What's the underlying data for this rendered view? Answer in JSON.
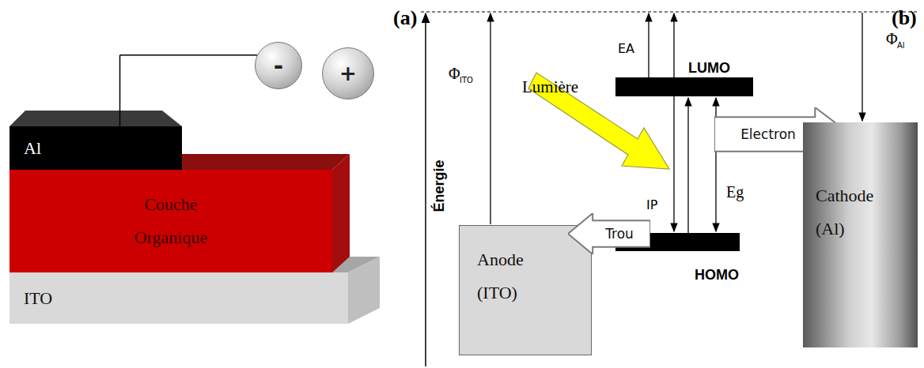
{
  "diagram": {
    "nodes": [
      {
        "text": [
          "-"
        ]
      },
      {
        "text": [
          "+"
        ]
      },
      {
        "text": [
          "Al"
        ]
      },
      {
        "text": [
          "Couche Organique"
        ]
      },
      {
        "text": [
          "ITO"
        ]
      },
      {
        "text": [
          "Anode (ITO)"
        ]
      },
      {
        "text": [
          "Trou"
        ]
      },
      {
        "text": [
          "Electron"
        ]
      },
      {
        "text": [
          "Cathode (Al)"
        ]
      }
    ],
    "edges": [
      {
        "from": 2,
        "to": 0,
        "arrow": "none"
      }
    ],
    "labels": [
      "(a)",
      "(b)",
      "Φ",
      "ITO",
      "EA",
      "Lumière",
      "LUMO",
      "Eg",
      "IP",
      "HOMO",
      "Φ",
      "Al",
      "Énergie"
    ]
  }
}
